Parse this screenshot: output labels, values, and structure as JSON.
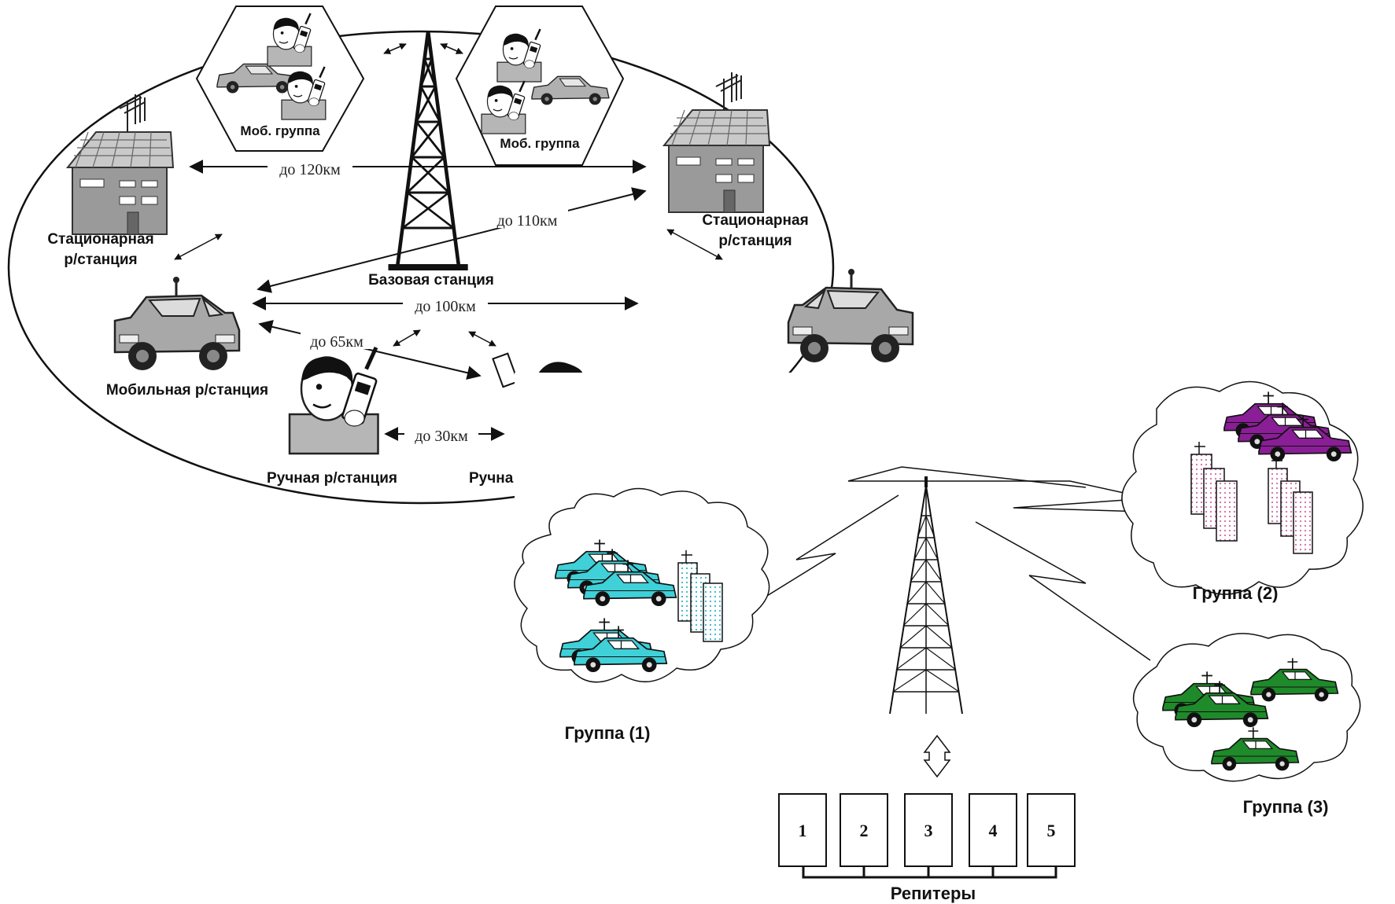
{
  "diagram1": {
    "labels": {
      "mob_group_left": "Моб. группа",
      "mob_group_right": "Моб. группа",
      "station_left": [
        "Стационарная",
        "р/станция"
      ],
      "station_right": [
        "Стационарная",
        "р/станция"
      ],
      "base_station": "Базовая станция",
      "mobile_station": "Мобильная р/станция",
      "hand_station": "Ручная р/станция",
      "hand_station_cut": "Ручна"
    },
    "distances": {
      "d120": "до 120км",
      "d110": "до 110км",
      "d100": "до 100км",
      "d65": "до 65км",
      "d30": "до 30км"
    }
  },
  "diagram2": {
    "groups": [
      "Группа (1)",
      "Группа (2)",
      "Группа (3)"
    ],
    "repeaters": [
      "1",
      "2",
      "3",
      "4",
      "5"
    ],
    "repeaters_label": "Репитеры",
    "colors": {
      "group1": "#3fd0d8",
      "group2": "#8a1e96",
      "group3": "#1f8a2a"
    }
  }
}
